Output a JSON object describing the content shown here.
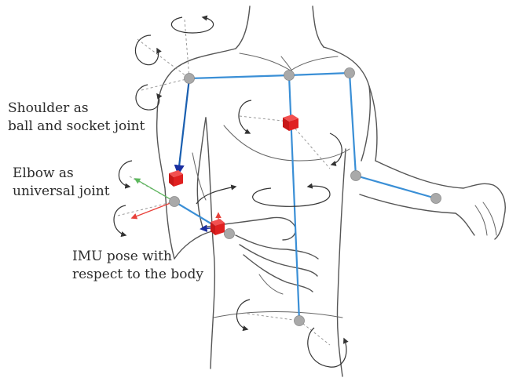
{
  "labels": {
    "shoulder_line1": "Shoulder as",
    "shoulder_line2": "ball and socket joint",
    "elbow_line1": "Elbow as",
    "elbow_line2": "universal joint",
    "imu_line1": "IMU pose with",
    "imu_line2": "respect to the body"
  },
  "colors": {
    "skeleton": "#3a8fd6",
    "joint": "#a9a9a9",
    "imu": "#e02020",
    "axis_x": "#e8413a",
    "axis_y": "#5cb85c",
    "axis_z": "#1a2fa0",
    "outline": "#555555"
  }
}
